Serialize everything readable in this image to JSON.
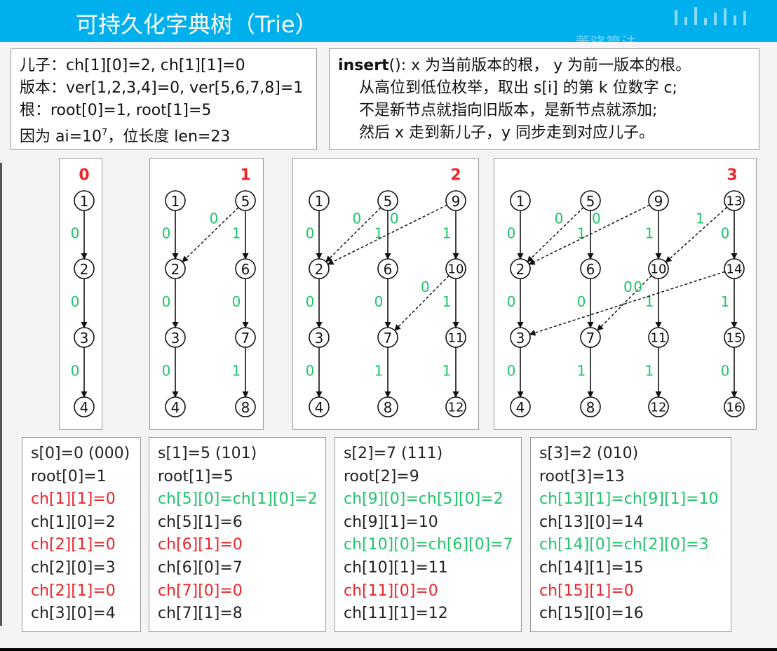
{
  "header": {
    "title": "可持久化字典树（Trie）",
    "watermark": "董晓算法"
  },
  "notes_left": [
    "儿子：ch[1][0]=2, ch[1][1]=0",
    "版本：ver[1,2,3,4]=0, ver[5,6,7,8]=1",
    "根：root[0]=1, root[1]=5"
  ],
  "notes_left_last": {
    "prefix": "因为 ai=10",
    "sup": "7",
    "suffix": "，位长度 len=23"
  },
  "notes_right": {
    "keyword": "insert",
    "line1_rest": "(): x 为当前版本的根， y 为前一版本的根。",
    "lines": [
      "从高位到低位枚举，取出 s[i] 的第 k 位数字 c;",
      "不是新节点就指向旧版本，是新节点就添加;",
      "然后 x 走到新儿子，y 同步走到对应儿子。"
    ]
  },
  "colors": {
    "red": "#e8252a",
    "green": "#21c46a",
    "header_bg": "#00b0ec"
  },
  "versions": [
    {
      "label": "0",
      "columns": [
        {
          "nodes": [
            "1",
            "2",
            "3",
            "4"
          ],
          "edges": [
            "0",
            "0",
            "0"
          ]
        }
      ],
      "dashed": []
    },
    {
      "label": "1",
      "columns": [
        {
          "nodes": [
            "1",
            "2",
            "3",
            "4"
          ],
          "edges": [
            "0",
            "0",
            "0"
          ]
        },
        {
          "nodes": [
            "5",
            "6",
            "7",
            "8"
          ],
          "edges": [
            "1",
            "0",
            "1"
          ]
        }
      ],
      "dashed": [
        {
          "from": [
            1,
            0
          ],
          "to": [
            0,
            1
          ],
          "label": "0"
        }
      ]
    },
    {
      "label": "2",
      "columns": [
        {
          "nodes": [
            "1",
            "2",
            "3",
            "4"
          ],
          "edges": [
            "0",
            "0",
            "0"
          ]
        },
        {
          "nodes": [
            "5",
            "6",
            "7",
            "8"
          ],
          "edges": [
            "1",
            "0",
            "1"
          ]
        },
        {
          "nodes": [
            "9",
            "10",
            "11",
            "12"
          ],
          "edges": [
            "1",
            "1",
            "1"
          ]
        }
      ],
      "dashed": [
        {
          "from": [
            1,
            0
          ],
          "to": [
            0,
            1
          ],
          "label": "0"
        },
        {
          "from": [
            2,
            0
          ],
          "to": [
            0,
            1
          ],
          "label": "0"
        },
        {
          "from": [
            2,
            1
          ],
          "to": [
            1,
            2
          ],
          "label": "0"
        }
      ]
    },
    {
      "label": "3",
      "columns": [
        {
          "nodes": [
            "1",
            "2",
            "3",
            "4"
          ],
          "edges": [
            "0",
            "0",
            "0"
          ]
        },
        {
          "nodes": [
            "5",
            "6",
            "7",
            "8"
          ],
          "edges": [
            "1",
            "0",
            "1"
          ]
        },
        {
          "nodes": [
            "9",
            "10",
            "11",
            "12"
          ],
          "edges": [
            "1",
            "1",
            "1"
          ]
        },
        {
          "nodes": [
            "13",
            "14",
            "15",
            "16"
          ],
          "edges": [
            "0",
            "1",
            "0"
          ]
        }
      ],
      "dashed": [
        {
          "from": [
            1,
            0
          ],
          "to": [
            0,
            1
          ],
          "label": "0"
        },
        {
          "from": [
            2,
            0
          ],
          "to": [
            0,
            1
          ],
          "label": "0"
        },
        {
          "from": [
            2,
            1
          ],
          "to": [
            1,
            2
          ],
          "label": "0"
        },
        {
          "from": [
            3,
            0
          ],
          "to": [
            2,
            1
          ],
          "label": "1"
        },
        {
          "from": [
            3,
            1
          ],
          "to": [
            0,
            2
          ],
          "label": "0"
        }
      ]
    }
  ],
  "tables": [
    {
      "lines": [
        {
          "text": "s[0]=0 (000)",
          "color": "dark"
        },
        {
          "text": "root[0]=1",
          "color": "dark"
        },
        {
          "text": "ch[1][1]=0",
          "color": "red"
        },
        {
          "text": "ch[1][0]=2",
          "color": "dark"
        },
        {
          "text": "ch[2][1]=0",
          "color": "red"
        },
        {
          "text": "ch[2][0]=3",
          "color": "dark"
        },
        {
          "text": "ch[2][1]=0",
          "color": "red"
        },
        {
          "text": "ch[3][0]=4",
          "color": "dark"
        }
      ]
    },
    {
      "lines": [
        {
          "text": "s[1]=5 (101)",
          "color": "dark"
        },
        {
          "text": "root[1]=5",
          "color": "dark"
        },
        {
          "text": "ch[5][0]=ch[1][0]=2",
          "color": "green"
        },
        {
          "text": "ch[5][1]=6",
          "color": "dark"
        },
        {
          "text": "ch[6][1]=0",
          "color": "red"
        },
        {
          "text": "ch[6][0]=7",
          "color": "dark"
        },
        {
          "text": "ch[7][0]=0",
          "color": "red"
        },
        {
          "text": "ch[7][1]=8",
          "color": "dark"
        }
      ]
    },
    {
      "lines": [
        {
          "text": "s[2]=7 (111)",
          "color": "dark"
        },
        {
          "text": "root[2]=9",
          "color": "dark"
        },
        {
          "text": "ch[9][0]=ch[5][0]=2",
          "color": "green"
        },
        {
          "text": "ch[9][1]=10",
          "color": "dark"
        },
        {
          "text": "ch[10][0]=ch[6][0]=7",
          "color": "green"
        },
        {
          "text": "ch[10][1]=11",
          "color": "dark"
        },
        {
          "text": "ch[11][0]=0",
          "color": "red"
        },
        {
          "text": "ch[11][1]=12",
          "color": "dark"
        }
      ]
    },
    {
      "lines": [
        {
          "text": "s[3]=2 (010)",
          "color": "dark"
        },
        {
          "text": "root[3]=13",
          "color": "dark"
        },
        {
          "text": "ch[13][1]=ch[9][1]=10",
          "color": "green"
        },
        {
          "text": "ch[13][0]=14",
          "color": "dark"
        },
        {
          "text": "ch[14][0]=ch[2][0]=3",
          "color": "green"
        },
        {
          "text": "ch[14][1]=15",
          "color": "dark"
        },
        {
          "text": "ch[15][1]=0",
          "color": "red"
        },
        {
          "text": "ch[15][0]=16",
          "color": "dark"
        }
      ]
    }
  ]
}
